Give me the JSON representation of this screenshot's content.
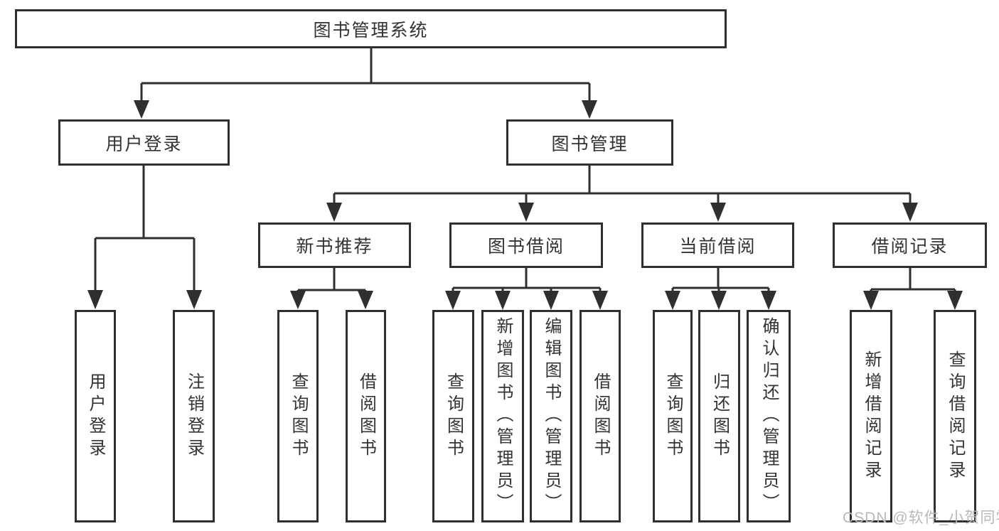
{
  "diagram": {
    "type": "tree",
    "root": {
      "label": "图书管理系统"
    },
    "branches": [
      {
        "label": "用户登录",
        "children": [
          {
            "label": "用户登录"
          },
          {
            "label": "注销登录"
          }
        ]
      },
      {
        "label": "图书管理",
        "sections": [
          {
            "label": "新书推荐",
            "children": [
              {
                "label": "查询图书"
              },
              {
                "label": "借阅图书"
              }
            ]
          },
          {
            "label": "图书借阅",
            "children": [
              {
                "label": "查询图书"
              },
              {
                "label": "新增图书（管理员）"
              },
              {
                "label": "编辑图书（管理员）"
              },
              {
                "label": "借阅图书"
              }
            ]
          },
          {
            "label": "当前借阅",
            "children": [
              {
                "label": "查询图书"
              },
              {
                "label": "归还图书"
              },
              {
                "label": "确认归还（管理员）"
              }
            ]
          },
          {
            "label": "借阅记录",
            "children": [
              {
                "label": "新增借阅记录"
              },
              {
                "label": "查询借阅记录"
              }
            ]
          }
        ]
      }
    ]
  },
  "watermark": {
    "text": "CSDN @软件_小贺同学"
  },
  "colors": {
    "line": "#2f2f2f",
    "text": "#333333",
    "watermark": "#b9b9b9",
    "background": "#ffffff"
  }
}
